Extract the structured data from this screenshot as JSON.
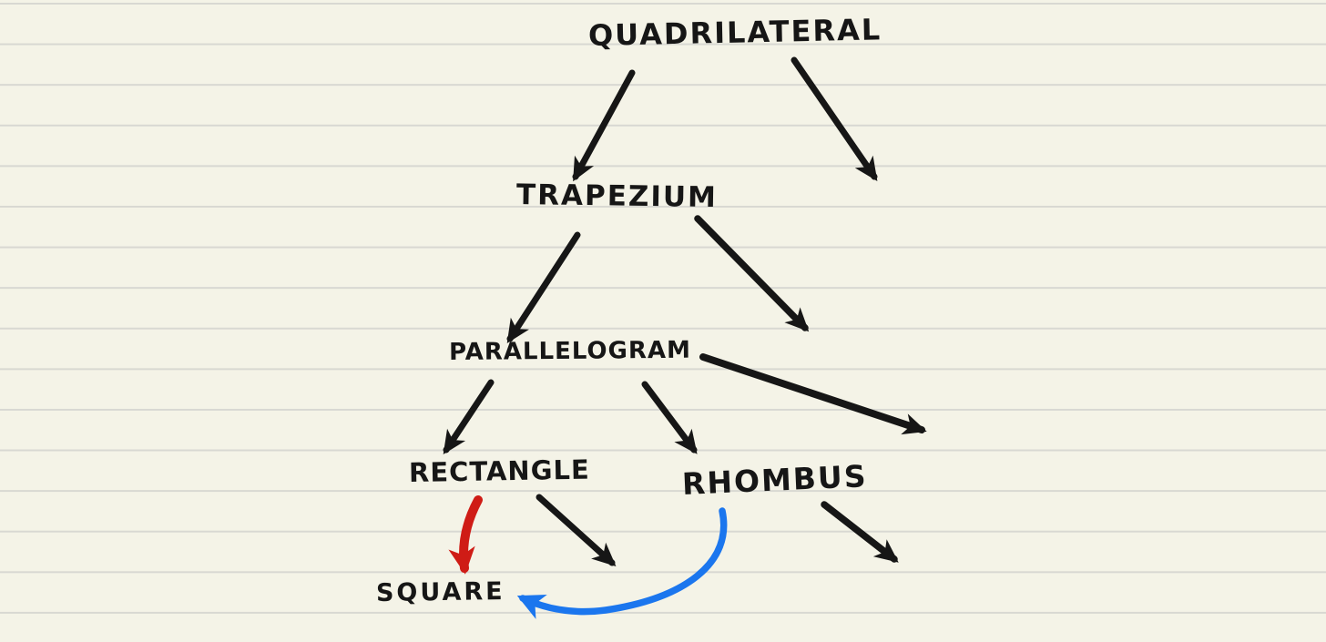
{
  "diagram": {
    "type": "hand-drawn-tree",
    "topic": "Quadrilateral hierarchy",
    "nodes": [
      {
        "id": "quadrilateral",
        "label": "QUADRILATERAL"
      },
      {
        "id": "trapezium",
        "label": "TRAPEZIUM"
      },
      {
        "id": "parallelogram",
        "label": "PARALLELOGRAM"
      },
      {
        "id": "rectangle",
        "label": "RECTANGLE"
      },
      {
        "id": "rhombus",
        "label": "RHOMBUS"
      },
      {
        "id": "square",
        "label": "SQUARE"
      }
    ],
    "edges": [
      {
        "from": "quadrilateral",
        "to": "trapezium",
        "style": "black-straight"
      },
      {
        "from": "quadrilateral",
        "to": "unlabeled-right",
        "style": "black-straight"
      },
      {
        "from": "trapezium",
        "to": "parallelogram",
        "style": "black-straight"
      },
      {
        "from": "trapezium",
        "to": "unlabeled-right",
        "style": "black-straight"
      },
      {
        "from": "parallelogram",
        "to": "rectangle",
        "style": "black-straight"
      },
      {
        "from": "parallelogram",
        "to": "rhombus",
        "style": "black-straight"
      },
      {
        "from": "parallelogram",
        "to": "unlabeled-right",
        "style": "black-curved"
      },
      {
        "from": "rectangle",
        "to": "square",
        "style": "red-straight"
      },
      {
        "from": "rectangle",
        "to": "unlabeled-right",
        "style": "black-straight"
      },
      {
        "from": "rhombus",
        "to": "square",
        "style": "blue-curved"
      },
      {
        "from": "rhombus",
        "to": "unlabeled-right",
        "style": "black-straight"
      }
    ],
    "colors": {
      "paper": "#f4f3e7",
      "rule_line": "#d8d8d2",
      "ink": "#161616",
      "red_arrow": "#cf1c16",
      "blue_arrow": "#1b76ee"
    }
  }
}
